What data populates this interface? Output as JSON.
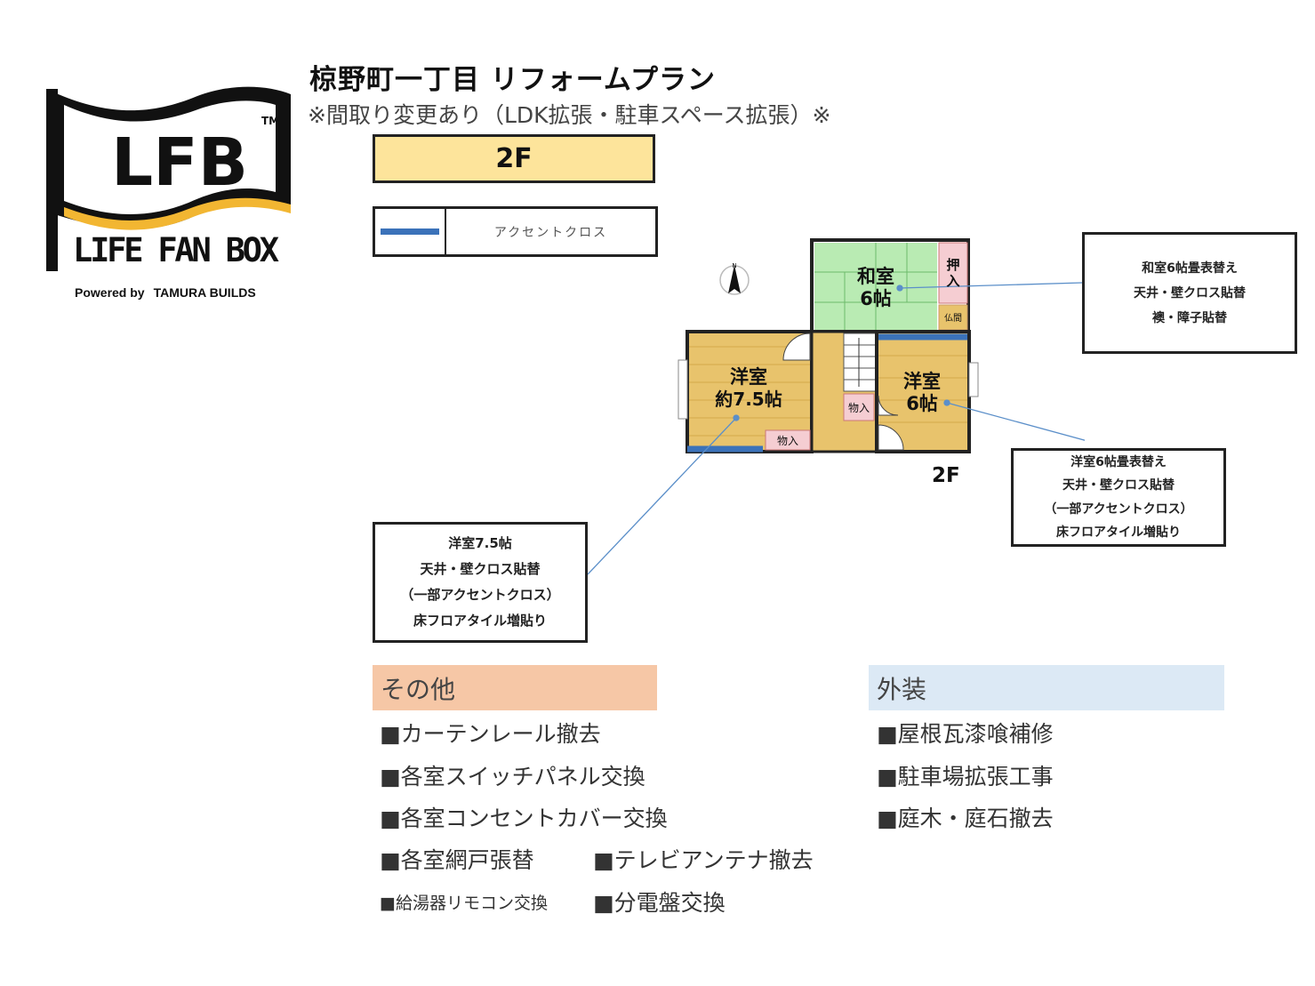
{
  "logo": {
    "mark": "LFB",
    "tm": "TM",
    "name": "LIFE FAN BOX",
    "powered_prefix": "Powered by",
    "powered_company": "TAMURA BUILDS"
  },
  "title": "椋野町一丁目 リフォームプラン",
  "subtitle": "※間取り変更あり（LDK拡張・駐車スペース拡張）※",
  "floor_label": "2F",
  "legend": {
    "label": "アクセントクロス",
    "color": "#3b72b9"
  },
  "floorplan": {
    "floor_caption": "2F",
    "rooms": [
      {
        "name": "和室",
        "size": "6帖"
      },
      {
        "name": "洋室",
        "size": "約7.5帖"
      },
      {
        "name": "洋室",
        "size": "6帖"
      }
    ],
    "oshiire": [
      "押",
      "入"
    ],
    "butsuma": "仏間",
    "storage1": "物入",
    "storage2": "物入",
    "colors": {
      "washitsu": "#b9ebb3",
      "yoshitsu": "#e8c36c",
      "storage": "#f5cdd2",
      "accent": "#3b72b9"
    }
  },
  "notes": {
    "washitsu": [
      "和室6帖畳表替え",
      "天井・壁クロス貼替",
      "襖・障子貼替"
    ],
    "yoshitsu6": [
      "洋室6帖畳表替え",
      "天井・壁クロス貼替",
      "（一部アクセントクロス）",
      "床フロアタイル増貼り"
    ],
    "yoshitsu75": [
      "洋室7.5帖",
      "天井・壁クロス貼替",
      "（一部アクセントクロス）",
      "床フロアタイル増貼り"
    ]
  },
  "other": {
    "heading": "その他",
    "items": [
      "■カーテンレール撤去",
      "■各室スイッチパネル交換",
      "■各室コンセントカバー交換",
      "■各室網戸張替",
      "■テレビアンテナ撤去",
      "■給湯器リモコン交換",
      "■分電盤交換"
    ]
  },
  "exterior": {
    "heading": "外装",
    "items": [
      "■屋根瓦漆喰補修",
      "■駐車場拡張工事",
      "■庭木・庭石撤去"
    ]
  }
}
